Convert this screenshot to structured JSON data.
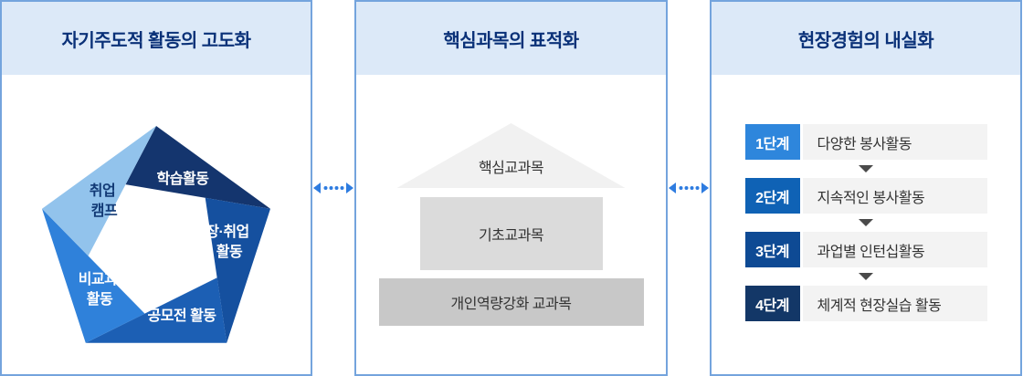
{
  "panels": {
    "left": {
      "title": "자기주도적 활동의 고도화",
      "pentagon": {
        "segments": [
          {
            "id": "learning",
            "color": "#14356e",
            "text_color": "#ffffff",
            "lines": [
              "학습활동"
            ]
          },
          {
            "id": "employment",
            "color": "#15509f",
            "text_color": "#ffffff",
            "lines": [
              "장·취업",
              "활동"
            ]
          },
          {
            "id": "contest",
            "color": "#1c5fb4",
            "text_color": "#ffffff",
            "lines": [
              "공모전 활동"
            ]
          },
          {
            "id": "extracurricular",
            "color": "#2f81da",
            "text_color": "#ffffff",
            "lines": [
              "비교과",
              "활동"
            ]
          },
          {
            "id": "career-camp",
            "color": "#92c3ec",
            "text_color": "#123a75",
            "lines": [
              "취업",
              "캠프"
            ]
          }
        ]
      }
    },
    "middle": {
      "title": "핵심과목의 표적화",
      "pyramid": {
        "roof_label": "핵심교과목",
        "mid_label": "기초교과목",
        "base_label": "개인역량강화 교과목",
        "roof_color": "#f1f1f1",
        "mid_color": "#dbdbdb",
        "base_color": "#c8c8c8"
      }
    },
    "right": {
      "title": "현장경험의 내실화",
      "steps": [
        {
          "badge": "1단계",
          "label": "다양한 봉사활동",
          "badge_color": "#2e86dc"
        },
        {
          "badge": "2단계",
          "label": "지속적인 봉사활동",
          "badge_color": "#0f62b5"
        },
        {
          "badge": "3단계",
          "label": "과업별 인턴십활동",
          "badge_color": "#0e4a94"
        },
        {
          "badge": "4단계",
          "label": "체계적 현장실습 활동",
          "badge_color": "#133767"
        }
      ]
    }
  },
  "colors": {
    "panel_border": "#74a4dd",
    "header_bg": "#dce9f8",
    "header_text": "#0a3178",
    "connector": "#2e7ce0",
    "step_row_bg": "#f3f3f3",
    "body_text": "#333333",
    "step_arrow": "#4a4a4a"
  }
}
